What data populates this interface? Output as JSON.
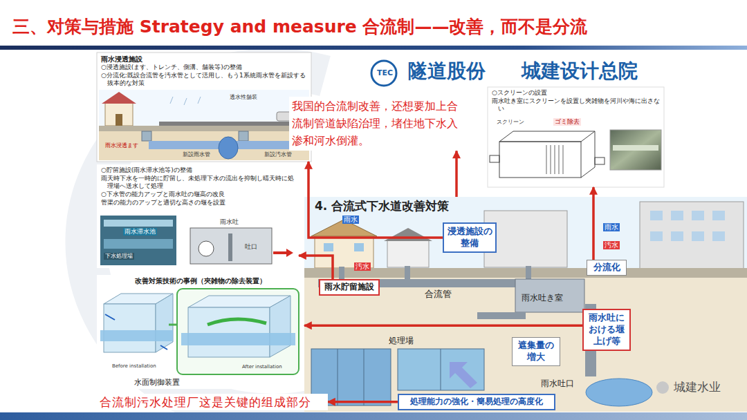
{
  "diagram": {
    "title": "三、对策与措施 Strategy and measure 合流制——改善，而不是分流",
    "nodes": [
      {
        "text": [
          "雨水浸透施設",
          "○浸透施設(ます、トレンチ、側溝、舗装等)の整備",
          "○分流化:既設合流管を汚水管として活用し、もう1系統雨水管を新設する抜本的な対策"
        ]
      },
      {
        "text": [
          "我国的合流制改善，还想要加上合流制管道缺陷治理，堵住地下水入渗和河水倒灌。"
        ]
      },
      {
        "text": [
          "○スクリーンの設置",
          "雨水吐き室にスクリーンを設置し夾雑物を河川や海に出さない"
        ]
      },
      {
        "text": [
          "○貯留施設(雨水滞水池等)の整備",
          "雨天時下水を一時的に貯留し、未処理下水の流出を抑制し晴天時に処理場へ送水して処理",
          "○下水管の能力アップと雨水吐の堰高の改良",
          "管渠の能力のアップと適切な高さの堰を設置"
        ]
      },
      {
        "text": [
          "4. 合流式下水道改善対策"
        ]
      },
      {
        "text": [
          "浸透施設の整備"
        ],
        "in": 4
      },
      {
        "text": [
          "分流化"
        ],
        "in": 4
      },
      {
        "text": [
          "雨水貯留施設"
        ],
        "in": 4
      },
      {
        "text": [
          "雨水吐における堰上げ等"
        ],
        "in": 4
      },
      {
        "text": [
          "遮集量の増大"
        ],
        "in": 4
      },
      {
        "text": [
          "改善対策技術の事例（夾雑物の除去装置）",
          "水面制御装置"
        ]
      },
      {
        "text": [
          "処理能力の強化・簡易処理の高度化"
        ],
        "in": 4
      },
      {
        "text": [
          "合流制污水处理厂这是关键的组成部分"
        ]
      }
    ],
    "edges": [
      {
        "from": 5,
        "to": 0,
        "arrow": "to"
      },
      {
        "from": 4,
        "to": 1,
        "arrow": "to"
      },
      {
        "from": 6,
        "to": 2,
        "arrow": "to"
      },
      {
        "from": 7,
        "to": 3,
        "arrow": "to"
      },
      {
        "from": 8,
        "to": 10,
        "arrow": "to"
      },
      {
        "from": 11,
        "to": 12,
        "arrow": "to"
      }
    ],
    "labels": [
      "TEC",
      "隧道股份",
      "城建设计总院",
      "透水性舗装",
      "雨水浸透ます",
      "新設雨水管",
      "新設汚水管",
      "スクリーン",
      "ゴミ除去",
      "雨水滞水池",
      "下水処理場",
      "雨水吐",
      "吐口",
      "Before installation",
      "After installation",
      "雨水",
      "汚水",
      "雨水",
      "汚水",
      "合流管",
      "雨水吐き室",
      "処理場",
      "雨水吐口",
      "城建水业"
    ]
  }
}
